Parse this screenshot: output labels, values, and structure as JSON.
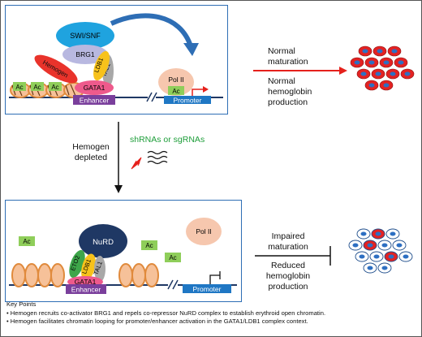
{
  "top_panel": {
    "complex": [
      "SWI/SNF",
      "BRG1",
      "Hemogen",
      "LDB1",
      "TAL1",
      "GATA1"
    ],
    "ac_marks": [
      "Ac",
      "Ac",
      "Ac",
      "Ac"
    ],
    "pol": "Pol II",
    "enhancer": "Enhancer",
    "promoter": "Promoter"
  },
  "top_outcome": {
    "line1": "Normal",
    "line2": "maturation",
    "line3": "Normal",
    "line4": "hemoglobin",
    "line5": "production"
  },
  "depletion": {
    "label_line1": "Hemogen",
    "label_line2": "depleted",
    "rna_label": "shRNAs or sgRNAs"
  },
  "bottom_panel": {
    "nurd": "NuRD",
    "complex": [
      "ETO2",
      "LDB1",
      "TAL1",
      "GATA1"
    ],
    "ac_marks": [
      "Ac",
      "Ac",
      "Ac"
    ],
    "pol": "Pol II",
    "enhancer": "Enhancer",
    "promoter": "Promoter"
  },
  "bottom_outcome": {
    "line1": "Impaired",
    "line2": "maturation",
    "line3": "Reduced",
    "line4": "hemoglobin",
    "line5": "production"
  },
  "key_points": {
    "title": "Key Points",
    "point1": "• Hemogen recruits co-activator BRG1 and repels co-repressor NuRD complex to establish erythroid open chromatin.",
    "point2": "• Hemogen facilitates chromatin looping for promoter/enhancer activation in the GATA1/LDB1 complex context."
  },
  "colors": {
    "panel_border": "#2e6eb5",
    "red_arrow": "#e5211c",
    "rna_green": "#1e9e3a",
    "ac_green": "#8fce5a",
    "swi_blue": "#1fa3df",
    "hemogen_red": "#e9332b",
    "ldb1_yellow": "#f7c21b",
    "tal1_grey": "#a8a8a8",
    "gata1_pink": "#ee5a8c",
    "enhancer_purple": "#7a3f9c",
    "promoter_blue": "#1f77c4",
    "pol_peach": "#f6c7ae",
    "nurd_navy": "#1f3864",
    "eto2_green": "#3ea64a",
    "nucleosome_orange": "#e08a3c",
    "cell_red": "#e32222",
    "cell_nucleus": "#2d6fc2"
  }
}
